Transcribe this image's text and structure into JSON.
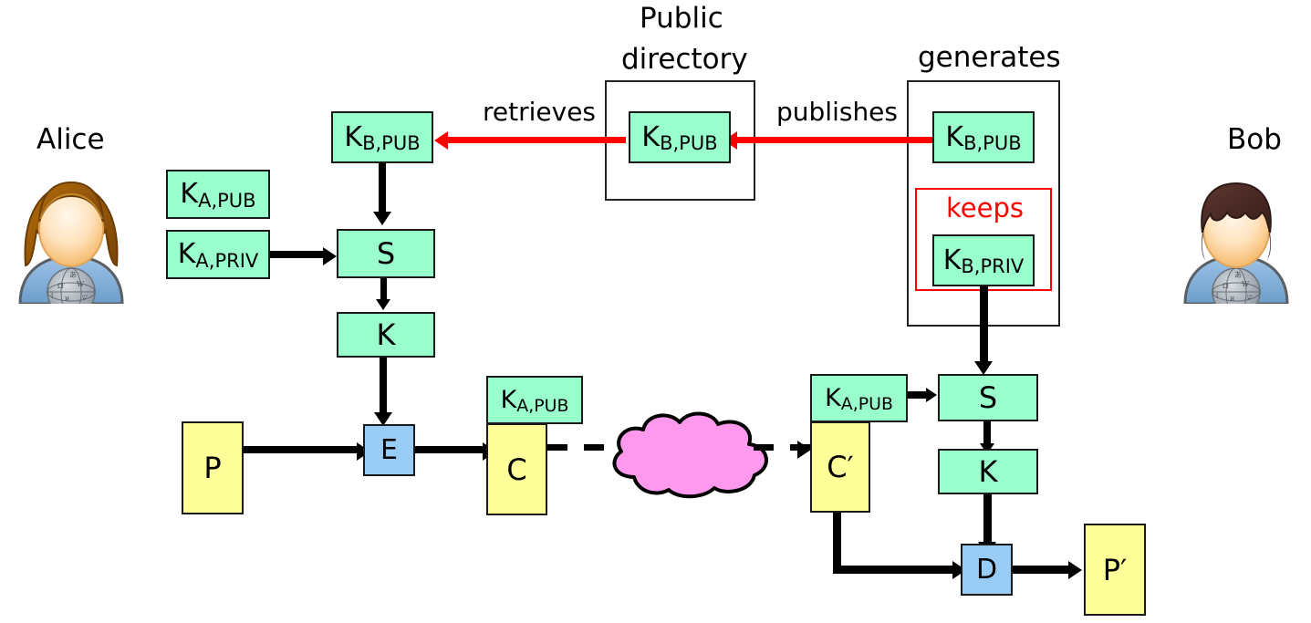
{
  "diagram": {
    "title": "Public-key encryption with digital signature (Alice to Bob)",
    "colors": {
      "key_box": "#99ffcc",
      "data_box": "#ffff99",
      "crypto_box": "#99ccf5",
      "public_channel_accent": "#ff0000",
      "cloud": "#ff99ee",
      "stroke": "#1a1a1a"
    }
  },
  "actors": {
    "alice": {
      "label": "Alice"
    },
    "bob": {
      "label": "Bob"
    }
  },
  "annotations": {
    "public_directory_line1": "Public",
    "public_directory_line2": "directory",
    "generates": "generates",
    "keeps": "keeps",
    "retrieves": "retrieves",
    "publishes": "publishes"
  },
  "nodes": {
    "alice_kbpub": {
      "label": "K",
      "sub": "B,PUB"
    },
    "alice_kapub": {
      "label": "K",
      "sub": "A,PUB"
    },
    "alice_kapriv": {
      "label": "K",
      "sub": "A,PRIV"
    },
    "alice_s": {
      "label": "S",
      "sub": ""
    },
    "alice_k": {
      "label": "K",
      "sub": ""
    },
    "plaintext": {
      "label": "P",
      "sub": ""
    },
    "encrypt": {
      "label": "E",
      "sub": ""
    },
    "ciphertext": {
      "label": "C",
      "sub": ""
    },
    "cipher_kapub": {
      "label": "K",
      "sub": "A,PUB"
    },
    "dir_kbpub": {
      "label": "K",
      "sub": "B,PUB"
    },
    "bob_kbpub": {
      "label": "K",
      "sub": "B,PUB"
    },
    "bob_kbpriv": {
      "label": "K",
      "sub": "B,PRIV"
    },
    "received_kapub": {
      "label": "K",
      "sub": "A,PUB"
    },
    "ciphertext2": {
      "label": "C′",
      "sub": ""
    },
    "bob_s": {
      "label": "S",
      "sub": ""
    },
    "bob_k": {
      "label": "K",
      "sub": ""
    },
    "decrypt": {
      "label": "D",
      "sub": ""
    },
    "plaintext2": {
      "label": "P′",
      "sub": ""
    }
  }
}
